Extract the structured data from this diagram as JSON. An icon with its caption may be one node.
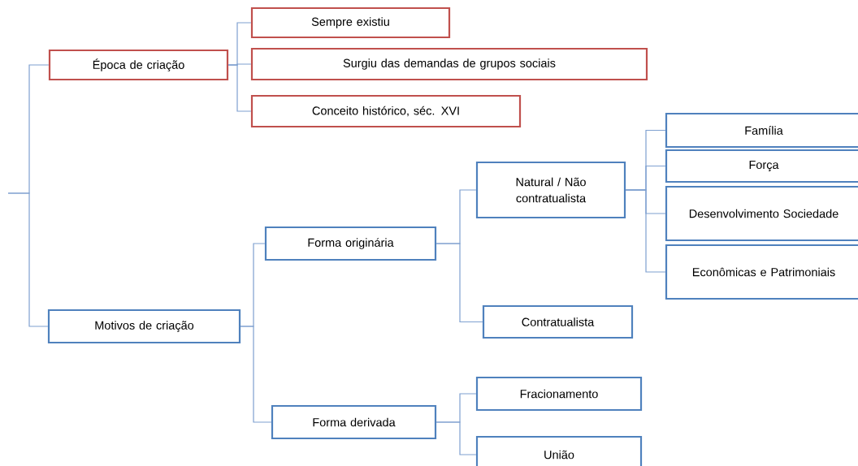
{
  "diagram": {
    "nodes": [
      {
        "text": [
          "Época de criação"
        ]
      },
      {
        "text": [
          "Sempre existiu"
        ]
      },
      {
        "text": [
          "Surgiu das demandas de grupos sociais"
        ]
      },
      {
        "text": [
          "Conceito histórico, séc. XVI"
        ]
      },
      {
        "text": [
          "Motivos de criação"
        ]
      },
      {
        "text": [
          "Forma originária"
        ]
      },
      {
        "text": [
          "Forma derivada"
        ]
      },
      {
        "text": [
          "Natural / Não contratualista"
        ]
      },
      {
        "text": [
          "Contratualista"
        ]
      },
      {
        "text": [
          "Fracionamento"
        ]
      },
      {
        "text": [
          "União"
        ]
      },
      {
        "text": [
          "Família"
        ]
      },
      {
        "text": [
          "Força"
        ]
      },
      {
        "text": [
          "Desenvolvimento Sociedade"
        ]
      },
      {
        "text": [
          "Econômicas e Patrimoniais"
        ]
      }
    ],
    "edges": [
      {
        "from": null,
        "to": 0,
        "arrow": "none"
      },
      {
        "from": null,
        "to": 4,
        "arrow": "none"
      },
      {
        "from": 0,
        "to": 1,
        "arrow": "none"
      },
      {
        "from": 0,
        "to": 2,
        "arrow": "none"
      },
      {
        "from": 0,
        "to": 3,
        "arrow": "none"
      },
      {
        "from": 4,
        "to": 5,
        "arrow": "none"
      },
      {
        "from": 4,
        "to": 6,
        "arrow": "none"
      },
      {
        "from": 5,
        "to": 7,
        "arrow": "none"
      },
      {
        "from": 5,
        "to": 8,
        "arrow": "none"
      },
      {
        "from": 6,
        "to": 9,
        "arrow": "none"
      },
      {
        "from": 6,
        "to": 10,
        "arrow": "none"
      },
      {
        "from": 7,
        "to": 11,
        "arrow": "none"
      },
      {
        "from": 7,
        "to": 12,
        "arrow": "none"
      },
      {
        "from": 7,
        "to": 13,
        "arrow": "none"
      },
      {
        "from": 7,
        "to": 14,
        "arrow": "none"
      }
    ]
  }
}
